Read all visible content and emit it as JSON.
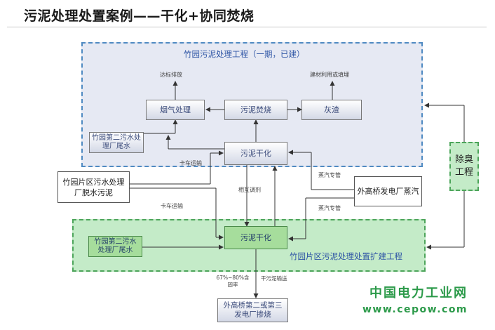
{
  "page_title": "污泥处理处置案例——干化+协同焚烧",
  "zones": {
    "existing": "竹园污泥处理工程（一期，已建）",
    "expansion": "竹园片区污泥处理处置扩建工程"
  },
  "nodes": {
    "flue_gas": "烟气处理",
    "incineration": "污泥焚烧",
    "ash": "灰渣",
    "tailwater_top": "竹园第二污水处理厂尾水",
    "drying_top": "污泥干化",
    "source_sludge": "竹园片区污水处理厂脱水污泥",
    "steam_plant": "外高桥发电厂蒸汽",
    "deodor": "除臭工程",
    "tailwater_bottom": "竹园第二污水处理厂尾水",
    "drying_bottom": "污泥干化",
    "cofiring": "外高桥第二或第三发电厂掺烧"
  },
  "labels": {
    "emission": "达标排放",
    "ash_use": "建材利用或填埋",
    "truck_top": "卡车运输",
    "truck_mid": "卡车运输",
    "mutual": "相互调剂",
    "steam_pipe_top": "蒸汽专管",
    "steam_pipe_bottom": "蒸汽专管",
    "solids_rate": "67%~80%含固率",
    "dry_sludge": "干污泥输送"
  },
  "watermark": {
    "line1": "中国电力工业网",
    "line2": "www.cepow.com"
  }
}
